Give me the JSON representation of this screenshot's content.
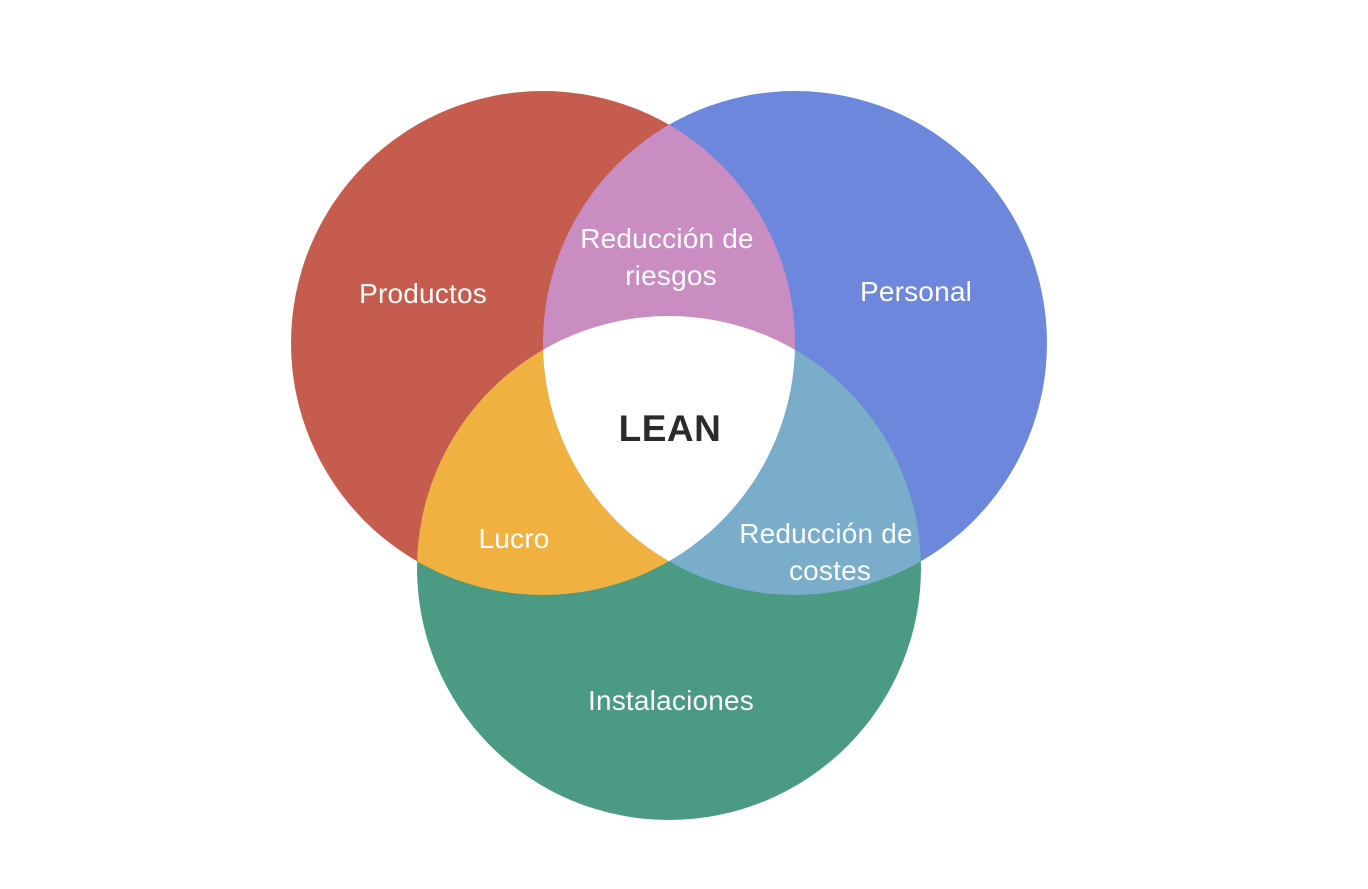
{
  "diagram": {
    "type": "venn-3-circle",
    "background": "#ffffff",
    "label_color": "#fbfbfb",
    "sets": [
      {
        "label": "Productos",
        "color": "#c55c4e"
      },
      {
        "label": "Personal",
        "color": "#6d87dd"
      },
      {
        "label": "Instalaciones",
        "color": "#4b9a83"
      }
    ],
    "overlaps": [
      {
        "between": "Productos + Personal",
        "label_line1": "Reducción de",
        "label_line2": "riesgos",
        "color": "#c98dc1"
      },
      {
        "between": "Productos + Instalaciones",
        "label": "Lucro",
        "color": "#f1b140"
      },
      {
        "between": "Personal + Instalaciones",
        "label_line1": "Reducción de",
        "label_line2": "costes",
        "color": "#79adc9"
      },
      {
        "between": "Productos + Personal + Instalaciones",
        "label": "LEAN",
        "color": "#ffffff",
        "label_color": "#2b2b2b"
      }
    ]
  }
}
